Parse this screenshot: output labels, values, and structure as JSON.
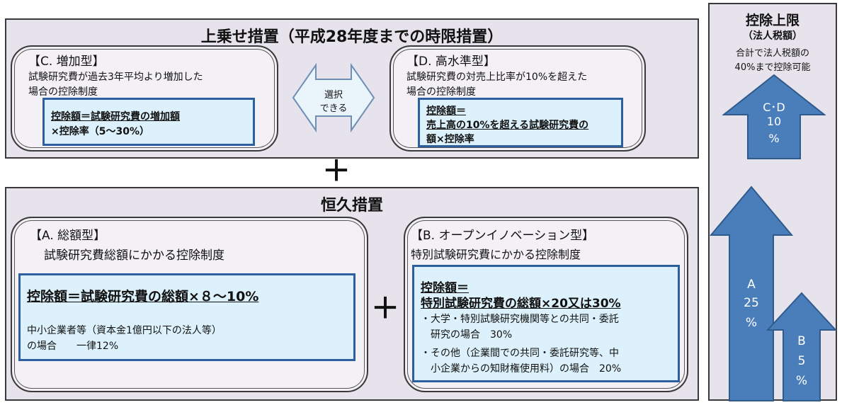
{
  "upper": {
    "title": "上乗せ措置（平成28年度までの時限措置）",
    "c": {
      "heading": "【C. 増加型】",
      "desc1": "試験研究費が過去3年平均より増加した",
      "desc2": "場合の控除制度",
      "formula1": "控除額＝試験研究費の増加額",
      "formula2": "×控除率（5～30%）"
    },
    "select": {
      "line1": "選択",
      "line2": "できる"
    },
    "d": {
      "heading": "【D. 高水準型】",
      "desc1": "試験研究費の対売上比率が10%を超えた",
      "desc2": "場合の控除制度",
      "formula1": "控除額＝",
      "formula2": "売上高の10%を超える試験研究費の",
      "formula3": "額×控除率"
    }
  },
  "plus_big": "＋",
  "permanent": {
    "title": "恒久措置",
    "a": {
      "heading": "【A. 総額型】",
      "desc": "試験研究費総額にかかる控除制度",
      "formula": "控除額＝試験研究費の総額×８～10%",
      "note1": "中小企業者等（資本金1億円以下の法人等）",
      "note2": "の場合　　一律12%"
    },
    "plus": "＋",
    "b": {
      "heading": "【B. オープンイノベーション型】",
      "desc": "特別試験研究費にかかる控除制度",
      "formula1": "控除額＝",
      "formula2": "特別試験研究費の総額×20又は30%",
      "item1a": "・大学・特別試験研究機関等との共同・委託",
      "item1b": "研究の場合　30%",
      "item2a": "・その他（企業間での共同・委託研究等、中",
      "item2b": "小企業からの知財権使用料）の場合　20%"
    }
  },
  "limit": {
    "title": "控除上限",
    "sub": "（法人税額）",
    "note1": "合計で法人税額の",
    "note2": "40%まで控除可能",
    "arrow_cd": {
      "l1": "C･D",
      "l2": "10",
      "l3": "%"
    },
    "arrow_a": {
      "l1": "A",
      "l2": "25",
      "l3": "%"
    },
    "arrow_b": {
      "l1": "B",
      "l2": "5",
      "l3": "%"
    }
  },
  "colors": {
    "panel_bg": "#e7e3ec",
    "box_bg": "#dcf1fb",
    "box_border": "#2d5f9e",
    "arrow": "#4a7ebb"
  }
}
